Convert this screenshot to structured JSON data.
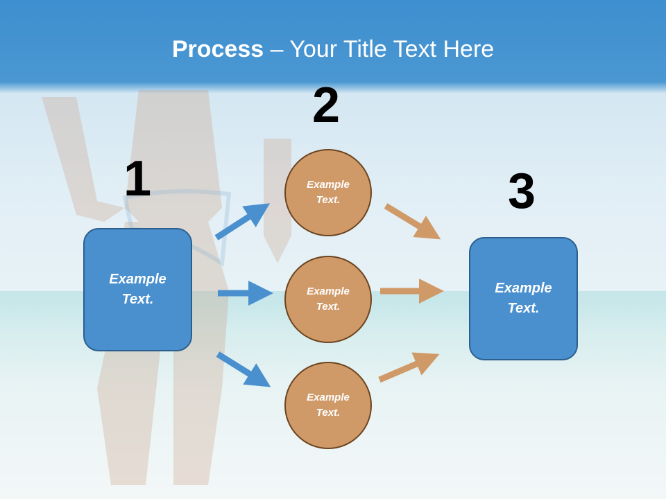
{
  "title": {
    "bold": "Process",
    "rest": " – Your Title Text Here"
  },
  "steps": {
    "one": {
      "number": "1",
      "text": "Example Text."
    },
    "two": {
      "number": "2",
      "items": [
        {
          "text": "Example Text."
        },
        {
          "text": "Example Text."
        },
        {
          "text": "Example Text."
        }
      ]
    },
    "three": {
      "number": "3",
      "text": "Example Text."
    }
  },
  "colors": {
    "box_fill": "#4a90cf",
    "circle_fill": "#d09a68",
    "blue_arrow": "#4a90cf",
    "tan_arrow": "#d09a68"
  }
}
